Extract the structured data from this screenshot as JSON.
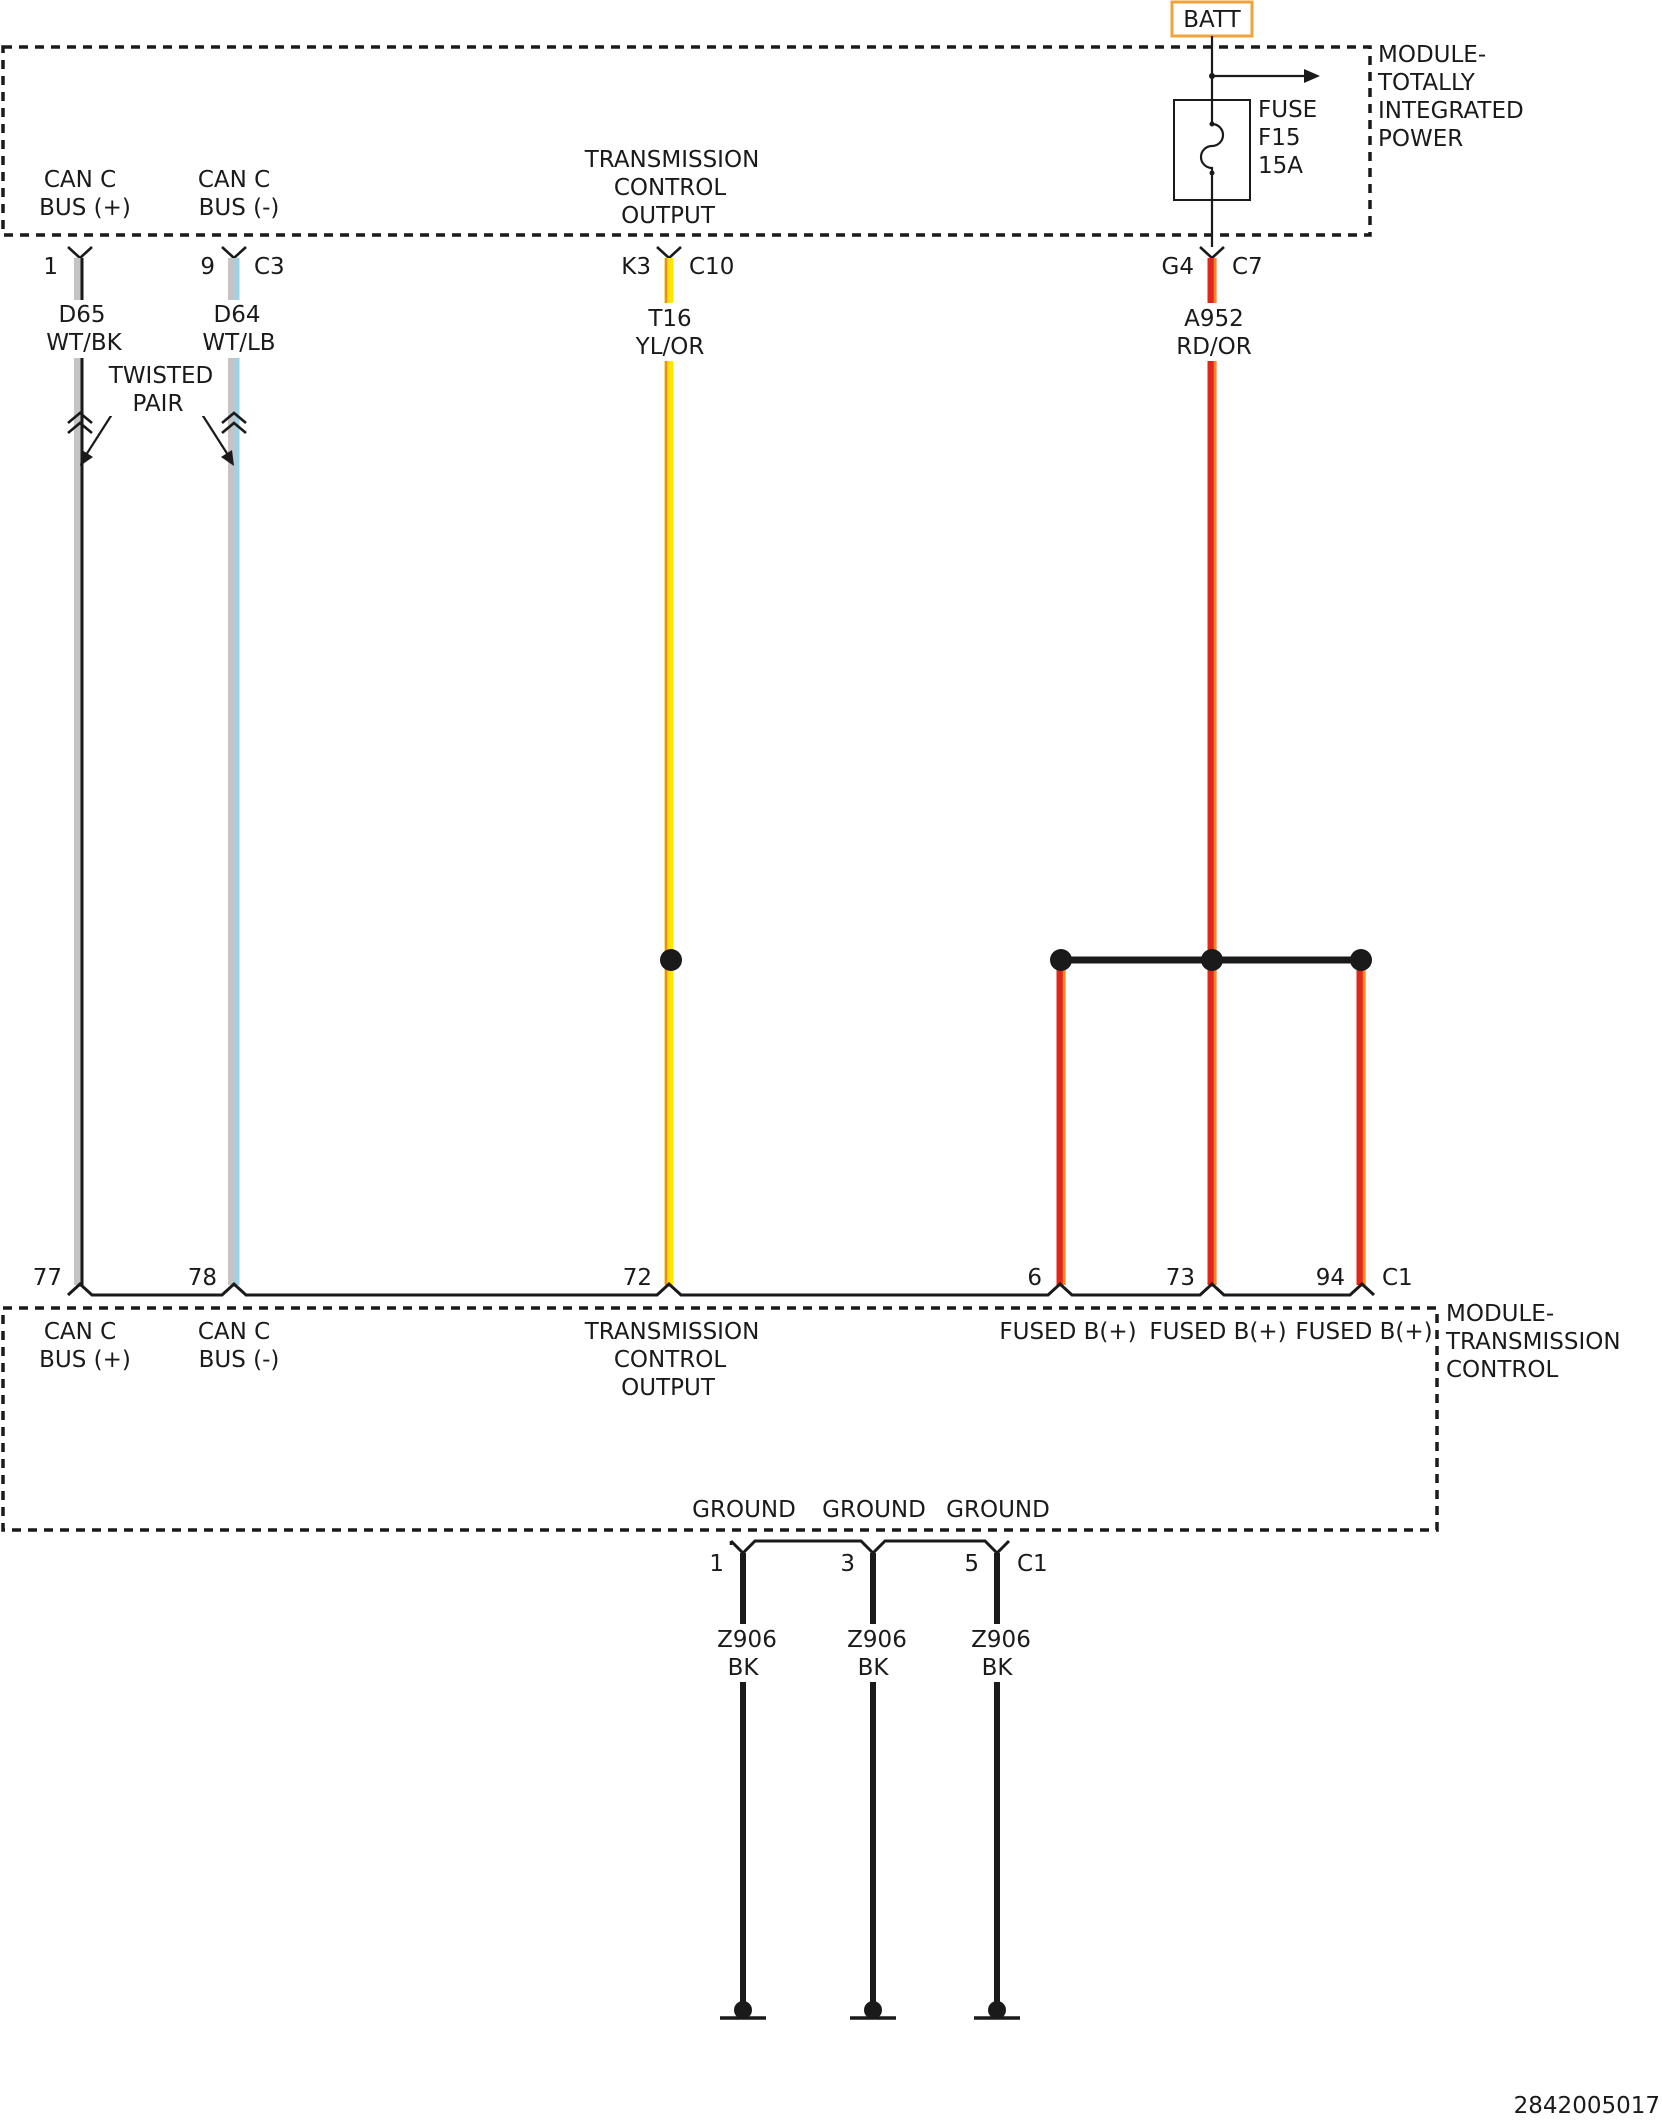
{
  "colors": {
    "black": "#1a1a1a",
    "white_wire": "#c4c4c4",
    "light_blue": "#9fd2e4",
    "yellow": "#ffe400",
    "orange": "#f28a1c",
    "red": "#e1261c",
    "batt_border": "#f0a33a"
  },
  "battery_label": "BATT",
  "top_module": {
    "name_lines": [
      "MODULE-",
      "TOTALLY",
      "INTEGRATED",
      "POWER"
    ],
    "pin_labels": {
      "can_plus": [
        "CAN C",
        "BUS (+)"
      ],
      "can_minus": [
        "CAN C",
        "BUS (-)"
      ],
      "tco": [
        "TRANSMISSION",
        "CONTROL",
        "OUTPUT"
      ]
    },
    "fuse": [
      "FUSE",
      "F15",
      "15A"
    ]
  },
  "top_connectors": {
    "pins": [
      "1",
      "9",
      "K3",
      "G4"
    ],
    "connectors": [
      "C3",
      "C10",
      "C7"
    ]
  },
  "wires": {
    "d65": [
      "D65",
      "WT/BK"
    ],
    "d64": [
      "D64",
      "WT/LB"
    ],
    "t16": [
      "T16",
      "YL/OR"
    ],
    "a952": [
      "A952",
      "RD/OR"
    ],
    "twisted_pair": [
      "TWISTED",
      "PAIR"
    ]
  },
  "bottom_module": {
    "name_lines": [
      "MODULE-",
      "TRANSMISSION",
      "CONTROL"
    ],
    "pins": [
      "77",
      "78",
      "72",
      "6",
      "73",
      "94"
    ],
    "connector": "C1",
    "pin_labels": {
      "can_plus": [
        "CAN C",
        "BUS (+)"
      ],
      "can_minus": [
        "CAN C",
        "BUS (-)"
      ],
      "tco": [
        "TRANSMISSION",
        "CONTROL",
        "OUTPUT"
      ],
      "fused": [
        "FUSED B(+)",
        "FUSED B(+)",
        "FUSED B(+)"
      ]
    },
    "ground_labels": [
      "GROUND",
      "GROUND",
      "GROUND"
    ]
  },
  "ground_connector": {
    "pins": [
      "1",
      "3",
      "5"
    ],
    "connector": "C1"
  },
  "ground_wires": [
    [
      "Z906",
      "BK"
    ],
    [
      "Z906",
      "BK"
    ],
    [
      "Z906",
      "BK"
    ]
  ],
  "figure_id": "2842005017"
}
